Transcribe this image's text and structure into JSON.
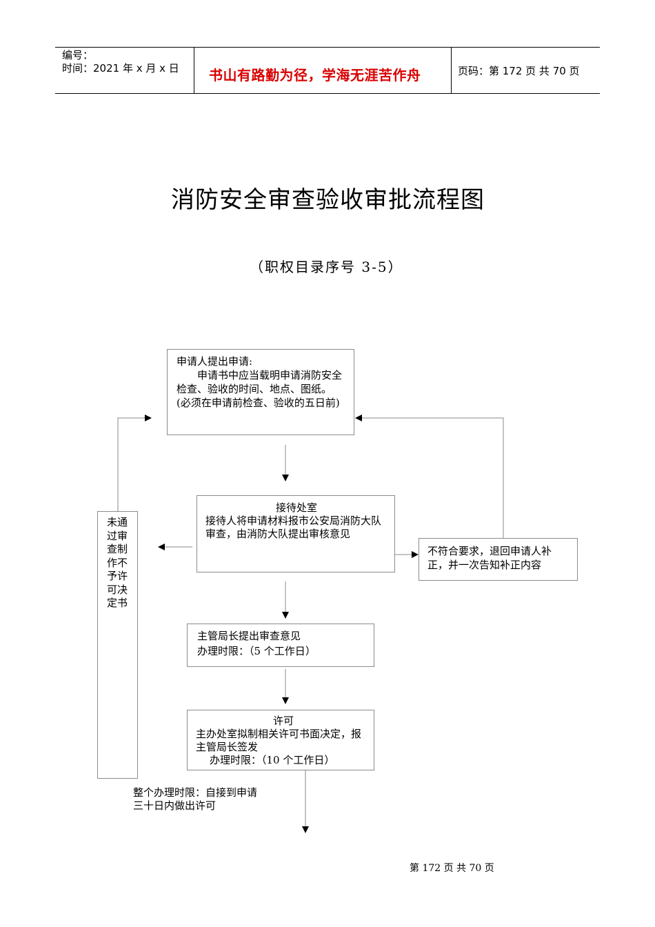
{
  "header": {
    "serial_label": "编号：",
    "date_label": "时间：2021 年 x 月 x 日",
    "motto": "书山有路勤为径，学海无涯苦作舟",
    "page_info": "页码：第 172 页  共 70 页"
  },
  "title": "消防安全审查验收审批流程图",
  "subtitle": "（职权目录序号 3-5）",
  "nodes": {
    "apply": {
      "heading": "申请人提出申请:",
      "body": "申请书中应当载明申请消防安全检查、验收的时间、地点、图纸。(必须在申请前检查、验收的五日前)"
    },
    "reception": {
      "heading": "接待处室",
      "body": "接待人将申请材料报市公安局消防大队审查，由消防大队提出审核意见"
    },
    "reject": {
      "body": "不符合要求，退回申请人补正，并一次告知补正内容"
    },
    "not_passed": {
      "body": "未通过审查制作不予许可决定书"
    },
    "director": {
      "line1": "主管局长提出审查意见",
      "line2": "办理时限：（5 个工作日）"
    },
    "permit": {
      "heading": "许可",
      "body": "主办处室拟制相关许可书面决定，报主管局长签发",
      "deadline": "办理时限：（10 个工作日）"
    },
    "overall": {
      "line1": "整个办理时限：自接到申请",
      "line2": "三十日内做出许可"
    }
  },
  "footer": "第  172  页  共  70  页"
}
